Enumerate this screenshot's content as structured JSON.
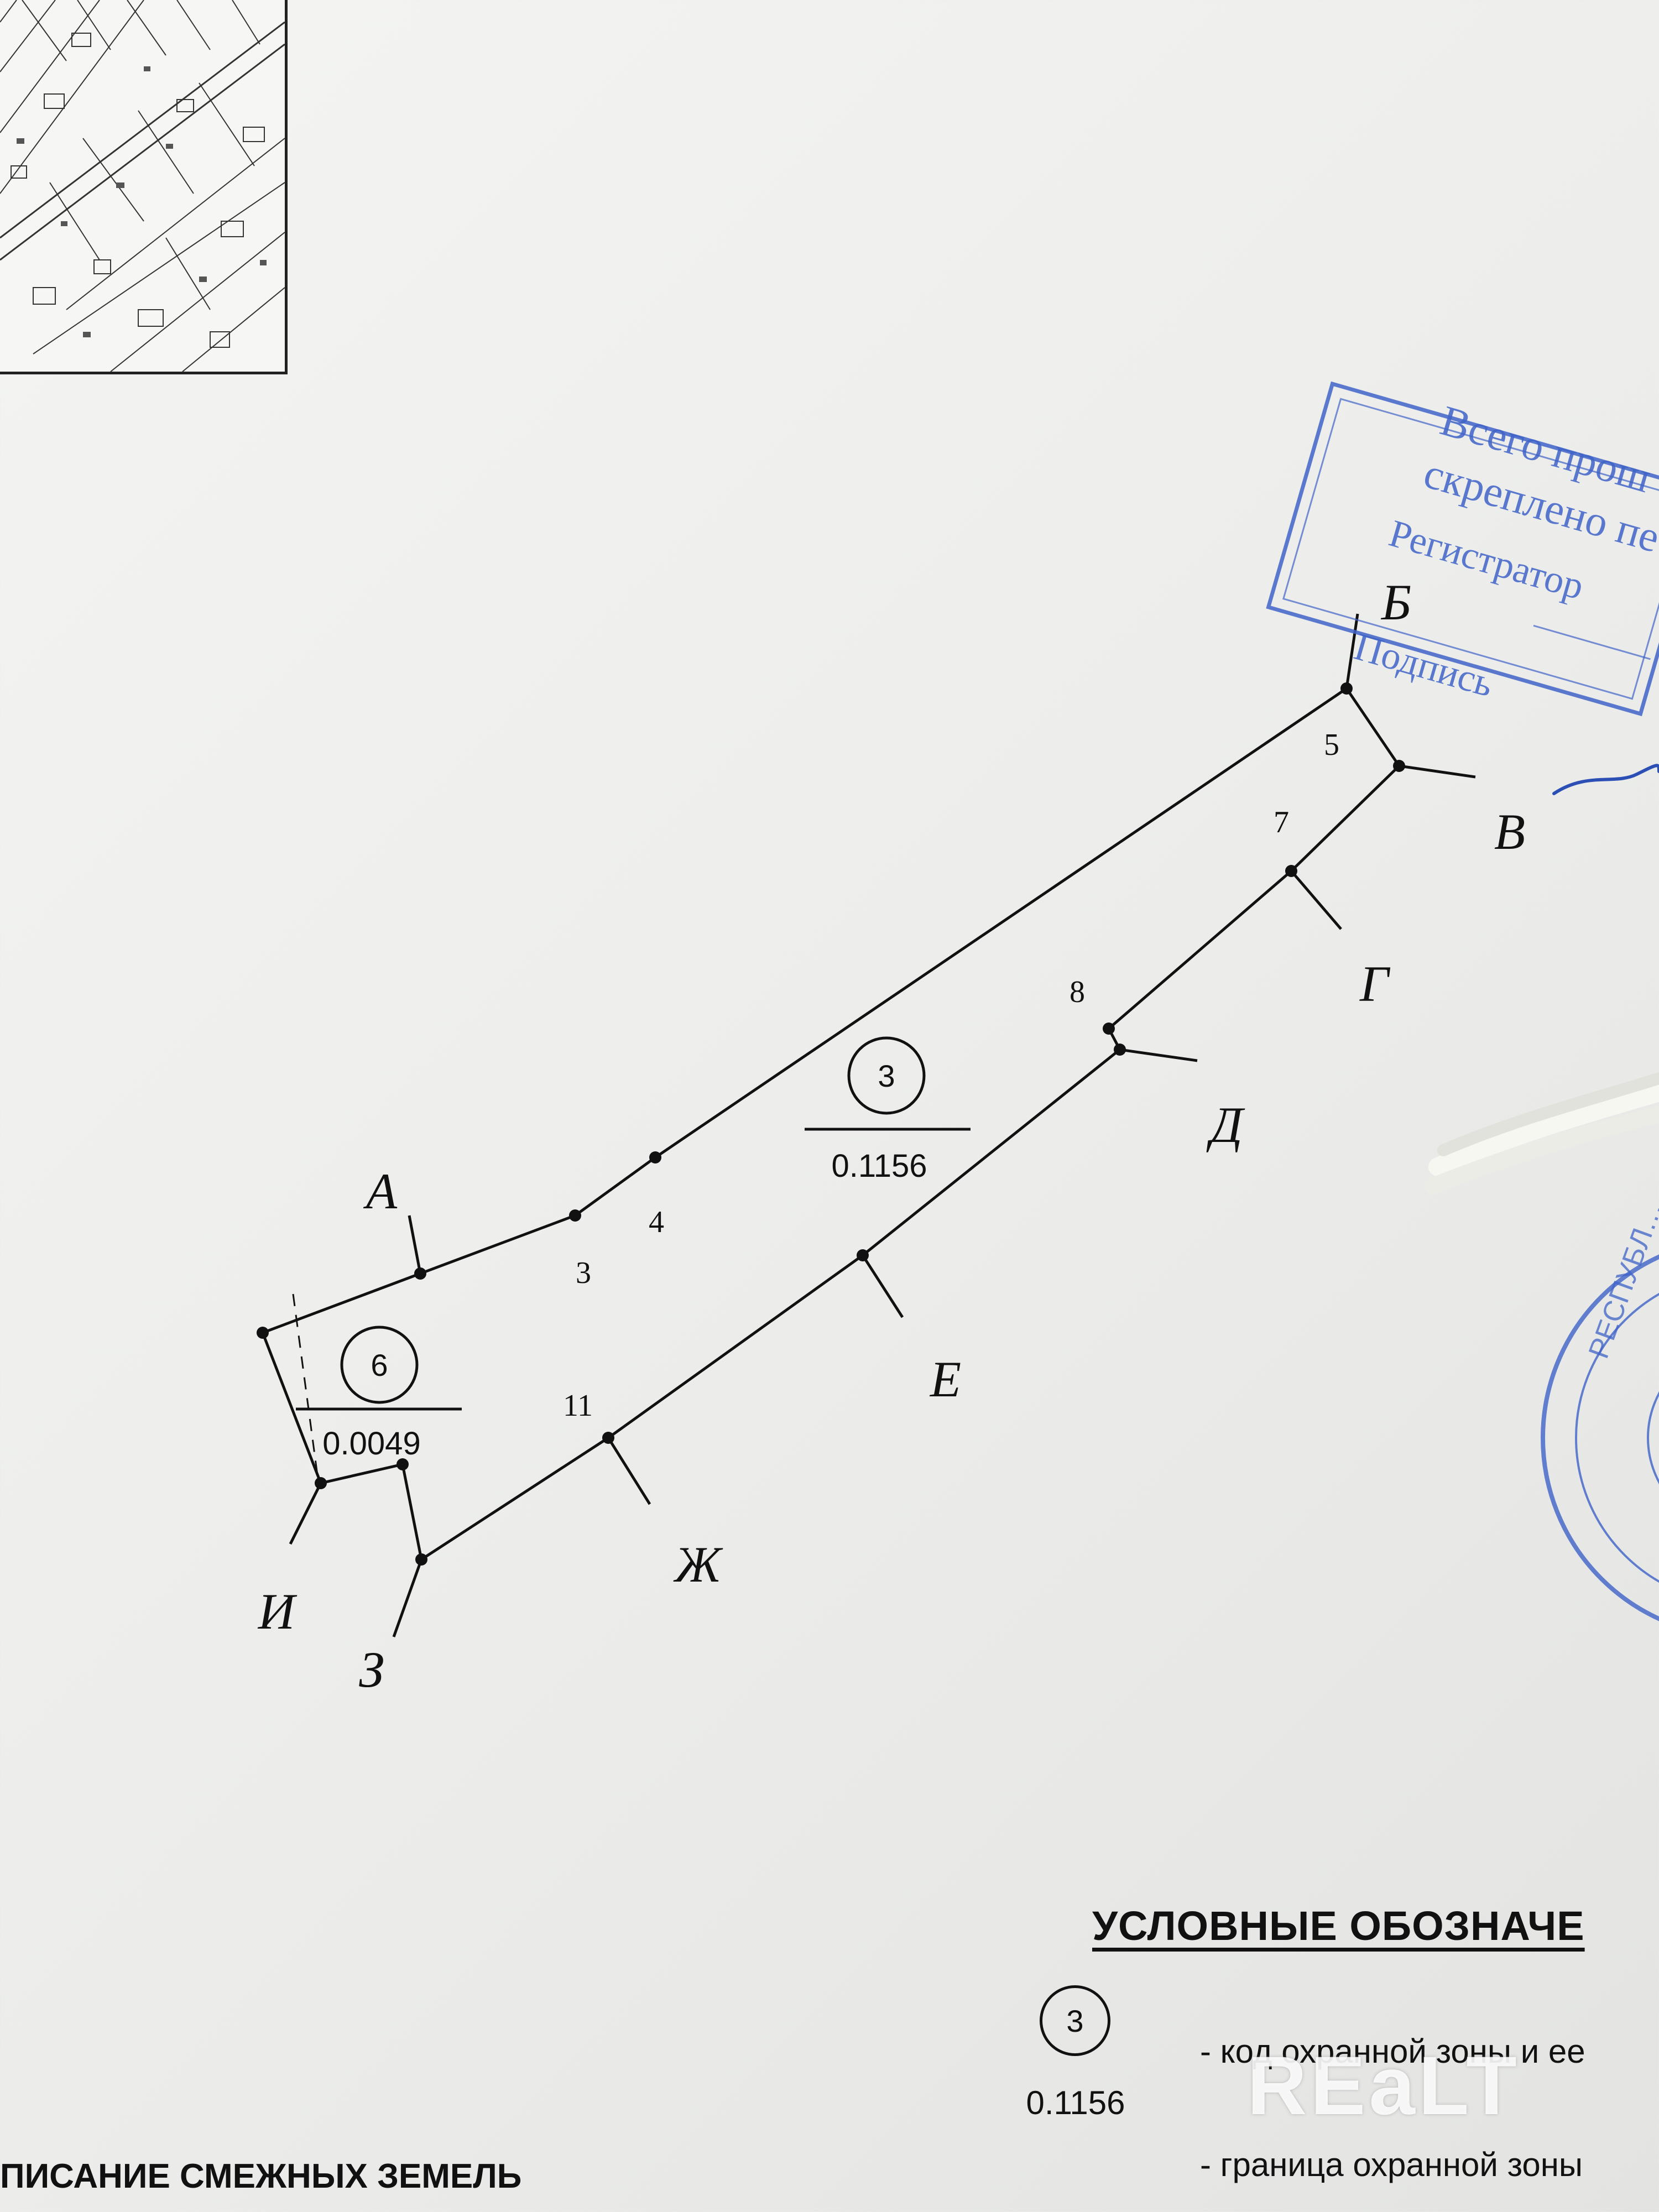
{
  "plot": {
    "zone_3": {
      "code": "3",
      "area": "0.1156"
    },
    "zone_6": {
      "code": "6",
      "area": "0.0049"
    },
    "point_numbers": [
      "3",
      "4",
      "5",
      "7",
      "8",
      "11"
    ],
    "neighbor_letters": [
      "А",
      "Б",
      "В",
      "Г",
      "Д",
      "Е",
      "Ж",
      "З",
      "И"
    ]
  },
  "legend": {
    "title": "УСЛОВНЫЕ ОБОЗНАЧЕ",
    "sample_code": "3",
    "sample_area": "0.1156",
    "item_1": "- код охранной зоны и ее",
    "item_2": "- граница охранной зоны"
  },
  "bottom_heading": "ПИСАНИЕ СМЕЖНЫХ ЗЕМЕЛЬ",
  "stamp": {
    "line_1": "Всего прош",
    "line_2": "скреплено пе",
    "line_3": "Регистратор",
    "line_4": "Подпись"
  },
  "seal_text": "РЕСПУБЛ…",
  "watermark": "REaLT",
  "colors": {
    "ink": "#111111",
    "stamp_blue": "#3f63c8",
    "paper": "#f0f1ef"
  }
}
